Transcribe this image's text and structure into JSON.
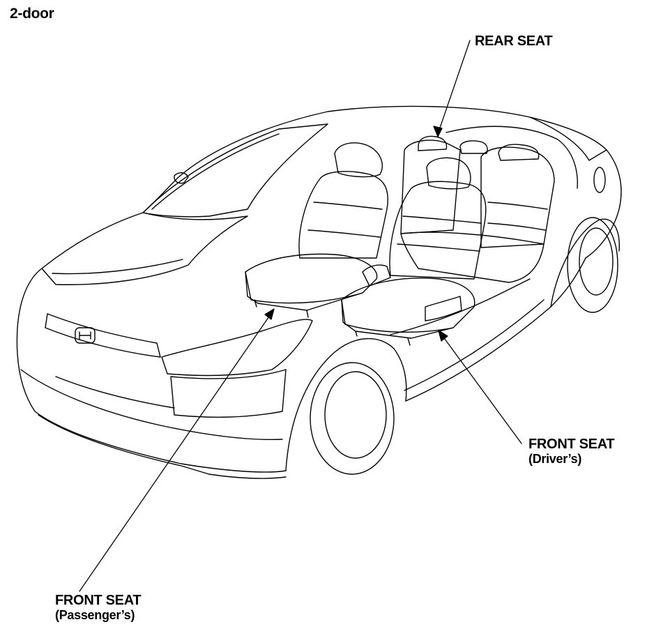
{
  "title": "2-door",
  "labels": {
    "rear_seat": "REAR SEAT",
    "front_driver": {
      "line1": "FRONT SEAT",
      "line2": "(Driver’s)"
    },
    "front_passenger": {
      "line1": "FRONT SEAT",
      "line2": "(Passenger’s)"
    }
  },
  "colors": {
    "line": "#000000",
    "background": "#ffffff"
  }
}
